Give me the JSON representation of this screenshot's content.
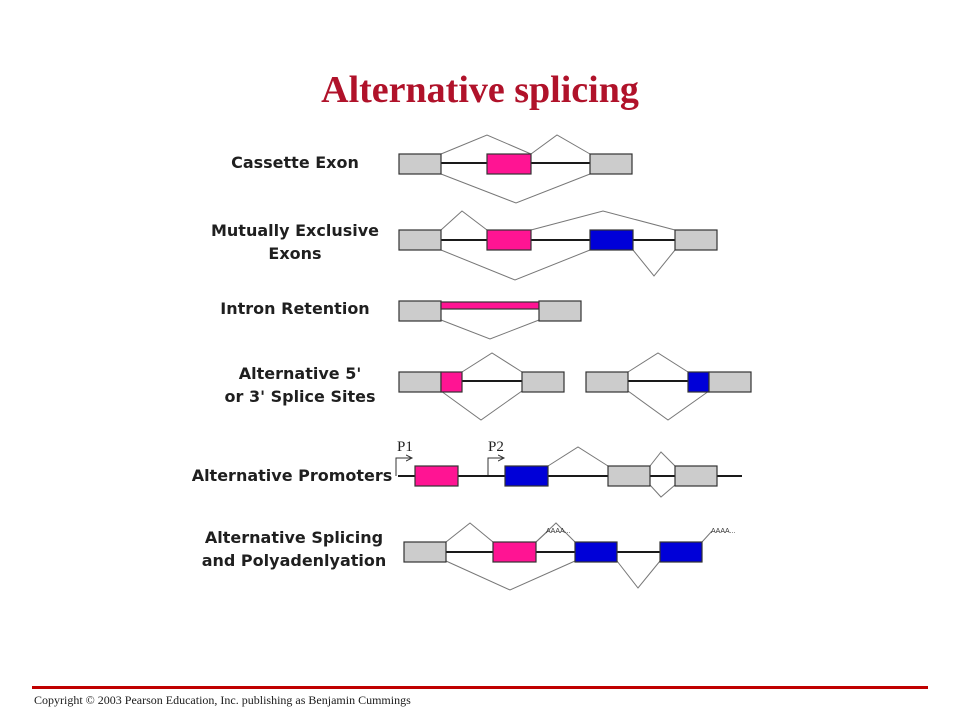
{
  "slide": {
    "title": "Alternative splicing"
  },
  "colors": {
    "title": "#b0122a",
    "constitutive_exon": "#cccccc",
    "alt_exon_pink": "#ff1493",
    "alt_exon_blue": "#0000d8",
    "intron_line": "#1a1a1a",
    "splice_path": "#777777",
    "footer_rule": "#c00000"
  },
  "rows": [
    {
      "id": "cassette",
      "label_lines": [
        "Cassette Exon"
      ]
    },
    {
      "id": "mutually-exclusive",
      "label_lines": [
        "Mutually Exclusive",
        "Exons"
      ]
    },
    {
      "id": "intron-retention",
      "label_lines": [
        "Intron Retention"
      ]
    },
    {
      "id": "alt-splice-sites",
      "label_lines": [
        "Alternative 5'",
        "or 3' Splice Sites"
      ]
    },
    {
      "id": "alt-promoters",
      "label_lines": [
        "Alternative Promoters"
      ]
    },
    {
      "id": "alt-polyadenylation",
      "label_lines": [
        "Alternative Splicing",
        "and Polyadenlyation"
      ]
    }
  ],
  "annotations": {
    "promoter_1": "P1",
    "promoter_2": "P2",
    "polya_1": "AAAA...",
    "polya_2": "AAAA..."
  },
  "footer": {
    "copyright": "Copyright © 2003 Pearson Education, Inc. publishing as Benjamin Cummings"
  }
}
